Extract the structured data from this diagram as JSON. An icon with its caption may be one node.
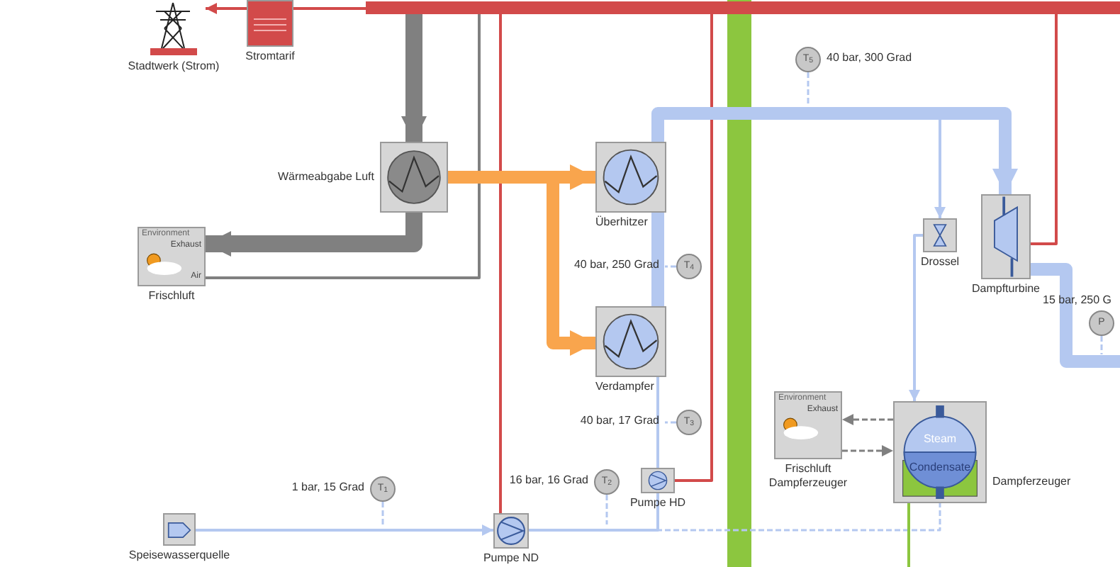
{
  "diagram": {
    "nodes": [
      {
        "text": [
          "Stadtwerk (Strom)"
        ]
      },
      {
        "text": [
          "Stromtarif"
        ]
      },
      {
        "text": [
          "Wärmeabgabe Luft"
        ]
      },
      {
        "text": [
          "Environment",
          "Exhaust",
          "Air",
          "Frischluft"
        ]
      },
      {
        "text": [
          "Überhitzer"
        ]
      },
      {
        "text": [
          "Verdampfer"
        ]
      },
      {
        "text": [
          "Pumpe HD"
        ]
      },
      {
        "text": [
          "Pumpe ND"
        ]
      },
      {
        "text": [
          "Speisewasserquelle"
        ]
      },
      {
        "text": [
          "Drossel"
        ]
      },
      {
        "text": [
          "Dampfturbine"
        ]
      },
      {
        "text": [
          "Environment",
          "Exhaust",
          "Frischluft Dampferzeuger"
        ]
      },
      {
        "text": [
          "Steam",
          "Condensate",
          "Dampferzeuger"
        ]
      },
      {
        "text": [
          "T$_{5}$"
        ],
        "beside": [
          "40 bar, 300 Grad"
        ]
      },
      {
        "text": [
          "T$_{4}$"
        ],
        "beside": [
          "40 bar, 250 Grad"
        ]
      },
      {
        "text": [
          "T$_{3}$"
        ],
        "beside": [
          "40 bar, 17 Grad"
        ]
      },
      {
        "text": [
          "T$_{2}$"
        ],
        "beside": [
          "16 bar, 16 Grad"
        ]
      },
      {
        "text": [
          "T$_{1}$"
        ],
        "beside": [
          "1 bar, 15 Grad"
        ]
      },
      {
        "text": [
          "P"
        ],
        "beside": [
          "15 bar, 250 G"
        ]
      },
      {
        "text": [],
        "shape": "bar"
      }
    ],
    "edges": [
      {
        "from": 1,
        "to": 0,
        "arrow": "to",
        "color": "#d24a4a"
      },
      {
        "from": 1,
        "to": 19,
        "arrow": "none",
        "color": "#d24a4a"
      },
      {
        "from": 19,
        "to": 7,
        "arrow": "none",
        "color": "#d24a4a"
      },
      {
        "from": 19,
        "to": 6,
        "arrow": "none",
        "color": "#d24a4a"
      },
      {
        "from": 10,
        "to": 19,
        "arrow": "none",
        "color": "#d24a4a"
      },
      {
        "from": 19,
        "to": 2,
        "arrow": "to",
        "style": "thick",
        "color": "#808080"
      },
      {
        "from": 2,
        "to": 3,
        "arrow": "to",
        "style": "thick",
        "color": "#808080"
      },
      {
        "from": 3,
        "to": 19,
        "arrow": "none",
        "color": "#808080"
      },
      {
        "from": 2,
        "to": 4,
        "arrow": "to",
        "style": "thick",
        "color": "#f9a54d"
      },
      {
        "from": 2,
        "to": 5,
        "arrow": "to",
        "style": "thick",
        "color": "#f9a54d"
      },
      {
        "from": 8,
        "to": 7,
        "arrow": "to"
      },
      {
        "from": 7,
        "to": 6,
        "arrow": "none"
      },
      {
        "from": 7,
        "to": 12,
        "arrow": "none",
        "style": "dashed"
      },
      {
        "from": 6,
        "to": 5,
        "arrow": "none"
      },
      {
        "from": 5,
        "to": 4,
        "arrow": "none",
        "style": "thick"
      },
      {
        "from": 4,
        "to": 10,
        "arrow": "to",
        "style": "thick"
      },
      {
        "from": 4,
        "to": 9,
        "arrow": "to"
      },
      {
        "from": 9,
        "to": 12,
        "arrow": "to"
      },
      {
        "from": 10,
        "to": null,
        "arrow": "none",
        "style": "thick"
      },
      {
        "from": 12,
        "to": 11,
        "arrow": "to",
        "style": "dashed",
        "color": "#808080"
      },
      {
        "from": 11,
        "to": 12,
        "arrow": "to",
        "style": "dashed",
        "color": "#808080"
      },
      {
        "from": 12,
        "to": null,
        "arrow": "none",
        "color": "#8cc63f"
      },
      {
        "from": 13,
        "to": null,
        "arrow": "none",
        "style": "dashed"
      },
      {
        "from": 14,
        "to": null,
        "arrow": "none",
        "style": "dashed"
      },
      {
        "from": 15,
        "to": null,
        "arrow": "none",
        "style": "dashed"
      },
      {
        "from": 16,
        "to": null,
        "arrow": "none",
        "style": "dashed"
      },
      {
        "from": 17,
        "to": null,
        "arrow": "none",
        "style": "dashed"
      },
      {
        "from": 18,
        "to": null,
        "arrow": "none",
        "style": "dashed"
      }
    ]
  }
}
